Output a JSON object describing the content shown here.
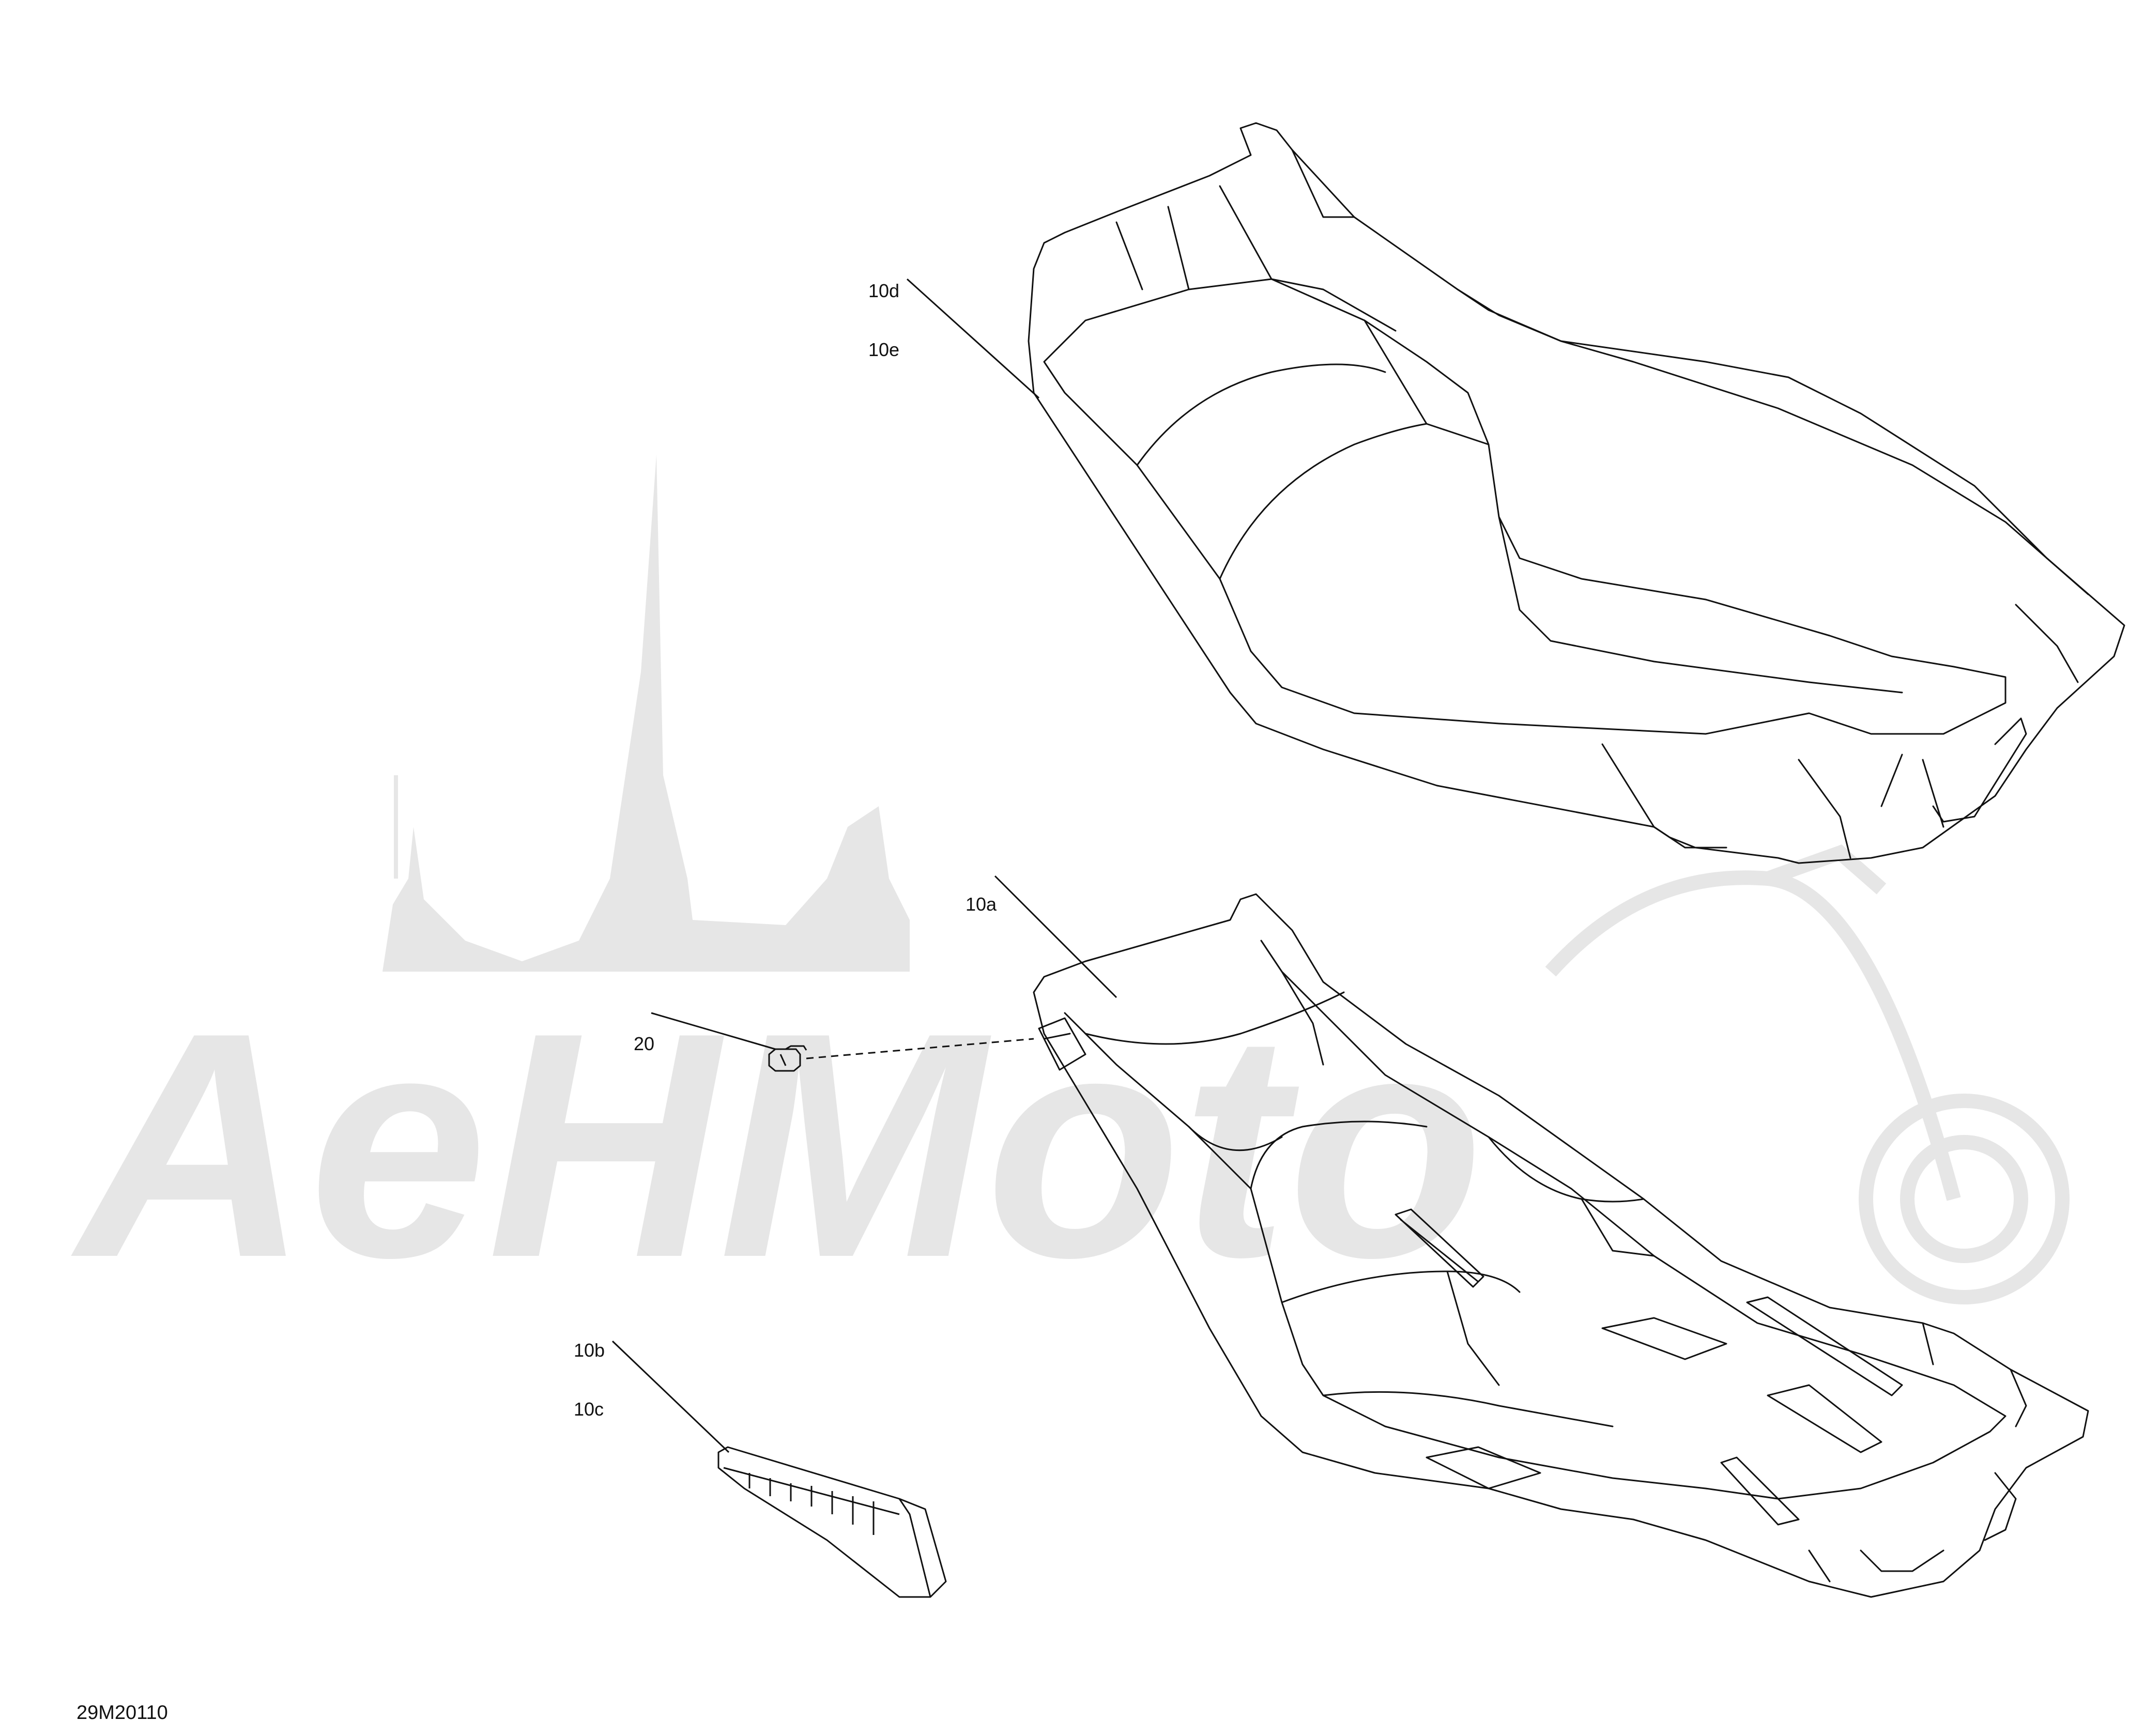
{
  "diagram_id": "29M20110",
  "callouts": [
    {
      "id": "c1",
      "lines": [
        "10d",
        "10e"
      ]
    },
    {
      "id": "c2",
      "lines": [
        "10a"
      ]
    },
    {
      "id": "c3",
      "lines": [
        "20"
      ]
    },
    {
      "id": "c4",
      "lines": [
        "10b",
        "10c"
      ]
    }
  ],
  "watermark": {
    "text": "AeHMoto"
  },
  "colors": {
    "line": "#111111",
    "watermark": "#e6e6e6"
  }
}
